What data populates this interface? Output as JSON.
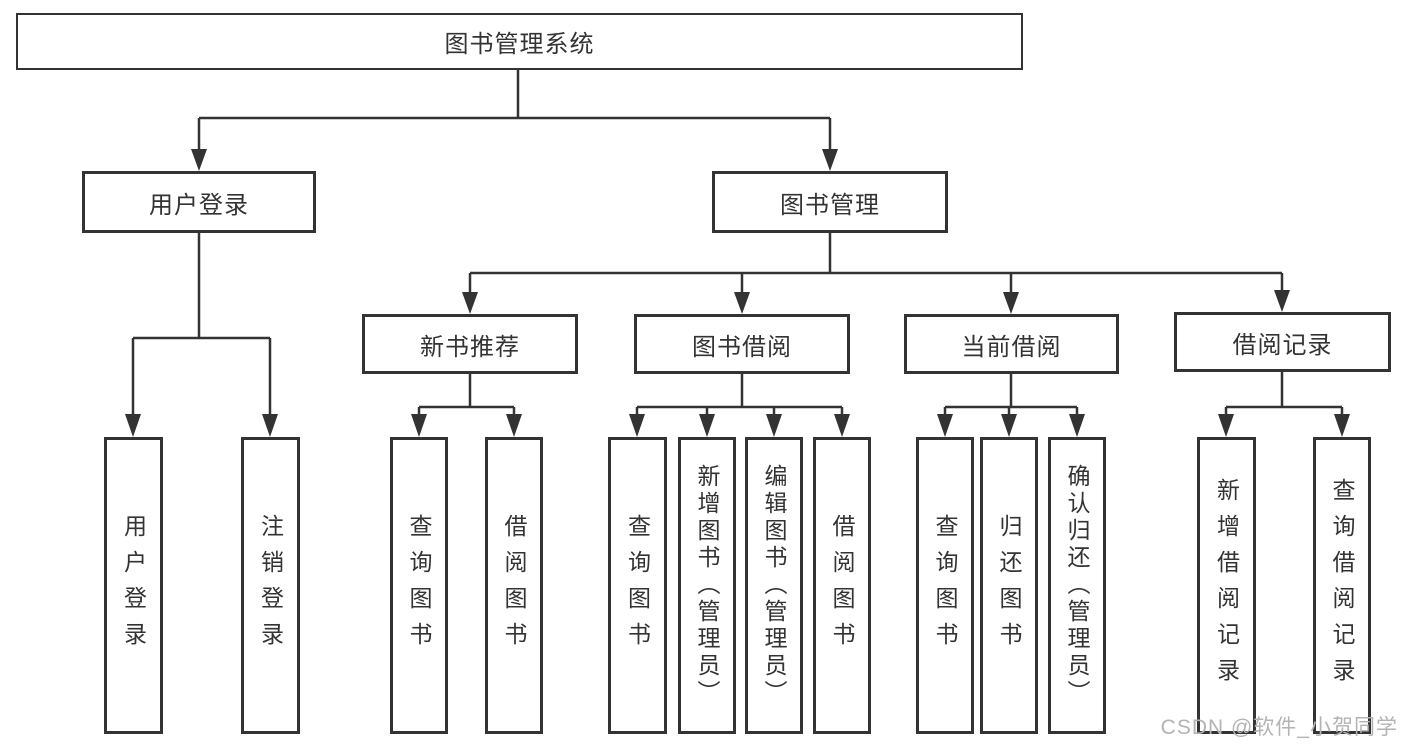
{
  "tree": {
    "root": {
      "label": "图书管理系统"
    },
    "login": {
      "label": "用户登录",
      "children": [
        "用户登录",
        "注销登录"
      ]
    },
    "management": {
      "label": "图书管理"
    },
    "groups": [
      {
        "label": "新书推荐",
        "children": [
          "查询图书",
          "借阅图书"
        ]
      },
      {
        "label": "图书借阅",
        "children": [
          "查询图书",
          "新增图书（管理员）",
          "编辑图书（管理员）",
          "借阅图书"
        ]
      },
      {
        "label": "当前借阅",
        "children": [
          "查询图书",
          "归还图书",
          "确认归还（管理员）"
        ]
      },
      {
        "label": "借阅记录",
        "children": [
          "新增借阅记录",
          "查询借阅记录"
        ]
      }
    ]
  },
  "watermark": {
    "text": "CSDN @软件_小贺同学"
  },
  "colors": {
    "line": "#333333",
    "text": "#333333",
    "watermark": "#b3b3b3",
    "background": "#ffffff"
  }
}
